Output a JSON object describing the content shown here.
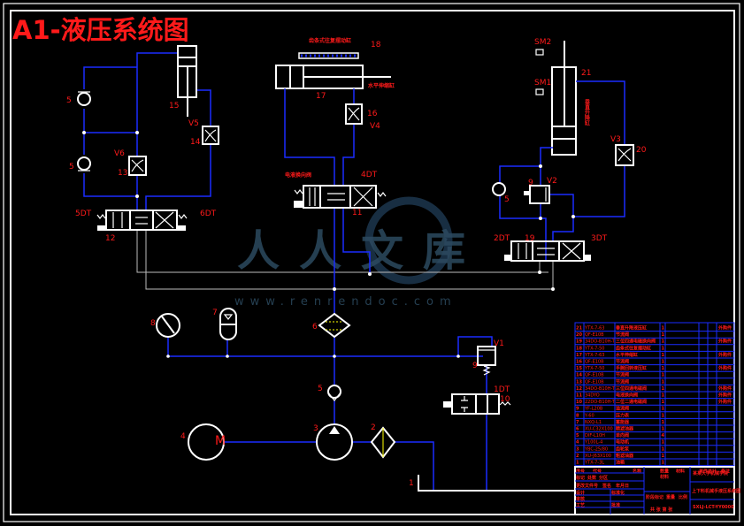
{
  "title": "A1-液压系统图",
  "watermark": {
    "text": "人人文库",
    "url": "www.renrendoc.com"
  },
  "labels": {
    "c15": "15",
    "v5": "V5",
    "c14": "14",
    "c13": "13",
    "v6": "V6",
    "c5a": "5",
    "c5b": "5",
    "c12": "12",
    "dt5": "5DT",
    "dt6": "6DT",
    "c18": "18",
    "c18_name": "齿条式往复摆动缸",
    "c17": "17",
    "c17_name": "水平伸缩缸",
    "c16": "16",
    "v4": "V4",
    "c11": "11",
    "dt4": "4DT",
    "c11_name": "电液换向阀",
    "sm2": "SM2",
    "sm1": "SM1",
    "c21": "21",
    "c21_name": "垂直升降缸",
    "v3": "V3",
    "c20": "20",
    "c9a": "9",
    "v2": "V2",
    "c5c": "5",
    "dt2": "2DT",
    "c19": "19",
    "dt3": "3DT",
    "c8": "8",
    "c7": "7",
    "c6": "6",
    "v1": "V1",
    "c9b": "9",
    "c5d": "5",
    "dt1": "1DT",
    "c10": "10",
    "c4": "4",
    "motor": "M",
    "c3": "3",
    "c2": "2",
    "c1": "1"
  },
  "parts_list": {
    "rows": [
      {
        "no": "21",
        "code": "YTX-7-63",
        "name": "垂直升降液压缸",
        "qty": "1",
        "note": "外购件"
      },
      {
        "no": "20",
        "code": "QF-E10B",
        "name": "节流阀",
        "qty": "1",
        "note": ""
      },
      {
        "no": "19",
        "code": "34DO-B10H-T",
        "name": "三位四通电磁换向阀",
        "qty": "1",
        "note": "外购件"
      },
      {
        "no": "18",
        "code": "YTX-7-50",
        "name": "齿条式往复摆动缸",
        "qty": "1",
        "note": ""
      },
      {
        "no": "17",
        "code": "YTX-7-63",
        "name": "水平伸缩缸",
        "qty": "1",
        "note": "外购件"
      },
      {
        "no": "16",
        "code": "QF-E10B",
        "name": "节流阀",
        "qty": "1",
        "note": ""
      },
      {
        "no": "15",
        "code": "YTX-7-50",
        "name": "手腕回转液压缸",
        "qty": "1",
        "note": "外购件"
      },
      {
        "no": "14",
        "code": "QF-E10B",
        "name": "节流阀",
        "qty": "1",
        "note": ""
      },
      {
        "no": "13",
        "code": "QF-E10B",
        "name": "节流阀",
        "qty": "1",
        "note": ""
      },
      {
        "no": "12",
        "code": "34DO-B10H-T",
        "name": "三位四通电磁阀",
        "qty": "1",
        "note": "外购件"
      },
      {
        "no": "11",
        "code": "34DYO",
        "name": "电液换向阀",
        "qty": "1",
        "note": "外购件"
      },
      {
        "no": "10",
        "code": "22DO-B10H-T",
        "name": "二位二通电磁阀",
        "qty": "1",
        "note": "外购件"
      },
      {
        "no": "9",
        "code": "YF-L20B",
        "name": "溢流阀",
        "qty": "1",
        "note": ""
      },
      {
        "no": "8",
        "code": "Y-60",
        "name": "压力表",
        "qty": "1",
        "note": ""
      },
      {
        "no": "7",
        "code": "NXQ-L1",
        "name": "蓄能器",
        "qty": "1",
        "note": ""
      },
      {
        "no": "6",
        "code": "XU-C32X100",
        "name": "精滤油器",
        "qty": "1",
        "note": ""
      },
      {
        "no": "5",
        "code": "DIF-L10H",
        "name": "单向阀",
        "qty": "4",
        "note": ""
      },
      {
        "no": "4",
        "code": "Y100L-4",
        "name": "电动机",
        "qty": "1",
        "note": ""
      },
      {
        "no": "3",
        "code": "YBC-25/80",
        "name": "齿轮泵",
        "qty": "1",
        "note": ""
      },
      {
        "no": "2",
        "code": "XU-J63X100",
        "name": "粗滤油器",
        "qty": "1",
        "note": ""
      },
      {
        "no": "1",
        "code": "YTX-7-3L",
        "name": "油箱",
        "qty": "1",
        "note": ""
      }
    ],
    "headers": {
      "no": "序号",
      "code": "代号",
      "name": "名称",
      "qty": "数量",
      "name2": "材料",
      "single": "单件",
      "total": "总计",
      "weight": "重量",
      "note": "备注"
    }
  },
  "title_block": {
    "mark": "标记",
    "count": "处数",
    "zone": "分区",
    "file": "更改文件号",
    "sign": "签名",
    "date": "年月日",
    "design": "设计",
    "standard": "标准化",
    "check": "审核",
    "craft": "工艺",
    "approve": "批准",
    "stage": "阶段标记",
    "weight": "重量",
    "scale": "比例",
    "material": "材料",
    "school": "某某大学机械学院",
    "drawing_title": "上下料机械手液压系统图",
    "drawing_no": "SXLJ-LCT-YY0000",
    "sheets": "共 张 第 张"
  }
}
